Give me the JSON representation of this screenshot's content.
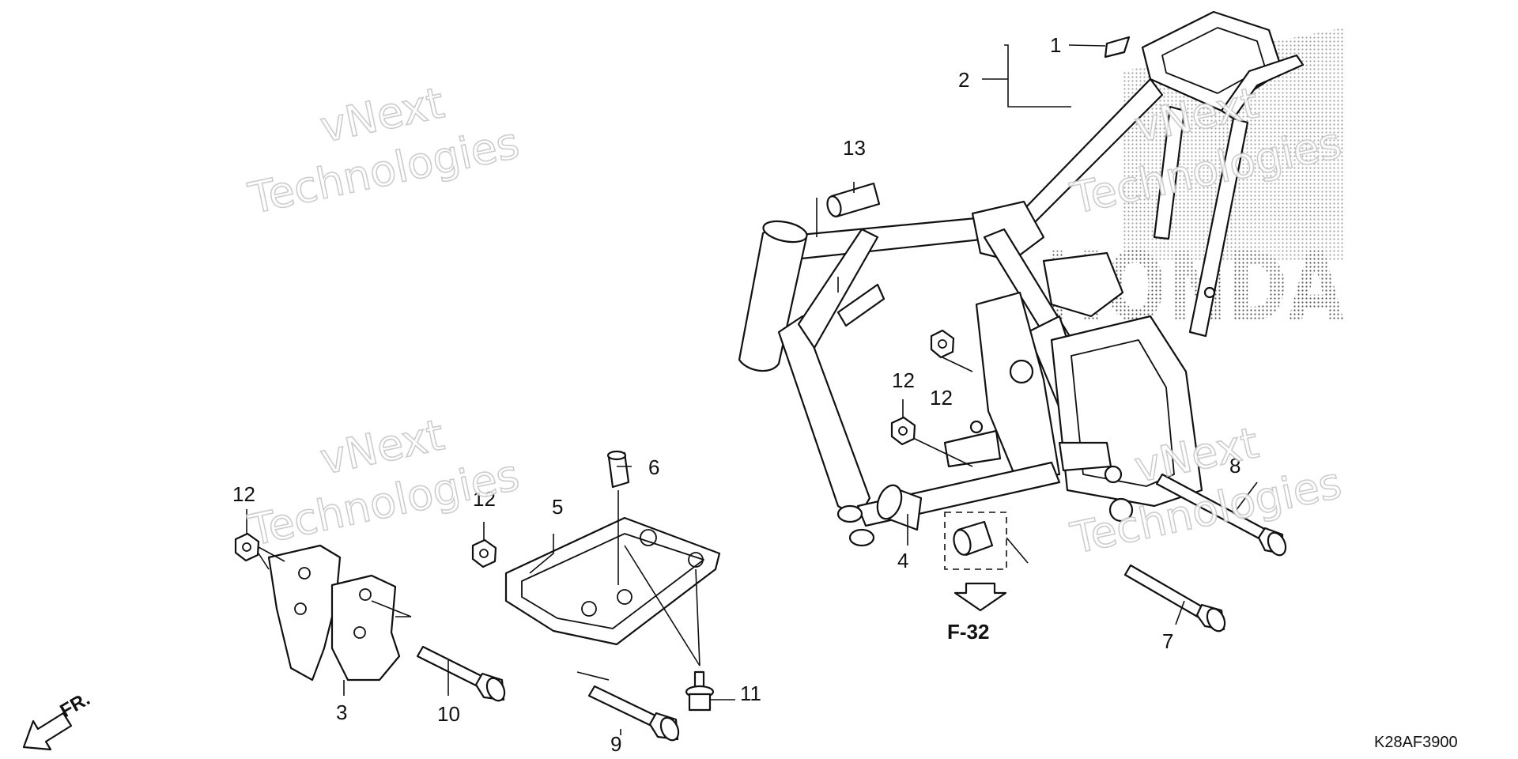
{
  "brand": {
    "name": "HONDA"
  },
  "watermark": {
    "line1": "vNext",
    "line2": "Technologies"
  },
  "callouts": {
    "c1": "1",
    "c2": "2",
    "c3": "3",
    "c4": "4",
    "c5": "5",
    "c6": "6",
    "c7": "7",
    "c8": "8",
    "c9": "9",
    "c10": "10",
    "c11": "11",
    "c12": "12",
    "c13": "13"
  },
  "reference": {
    "label": "F-32"
  },
  "direction": {
    "label": "FR."
  },
  "diagram_code": "K28AF3900",
  "colors": {
    "line": "#111111",
    "watermark": "#c8c8c8",
    "background": "#ffffff"
  }
}
